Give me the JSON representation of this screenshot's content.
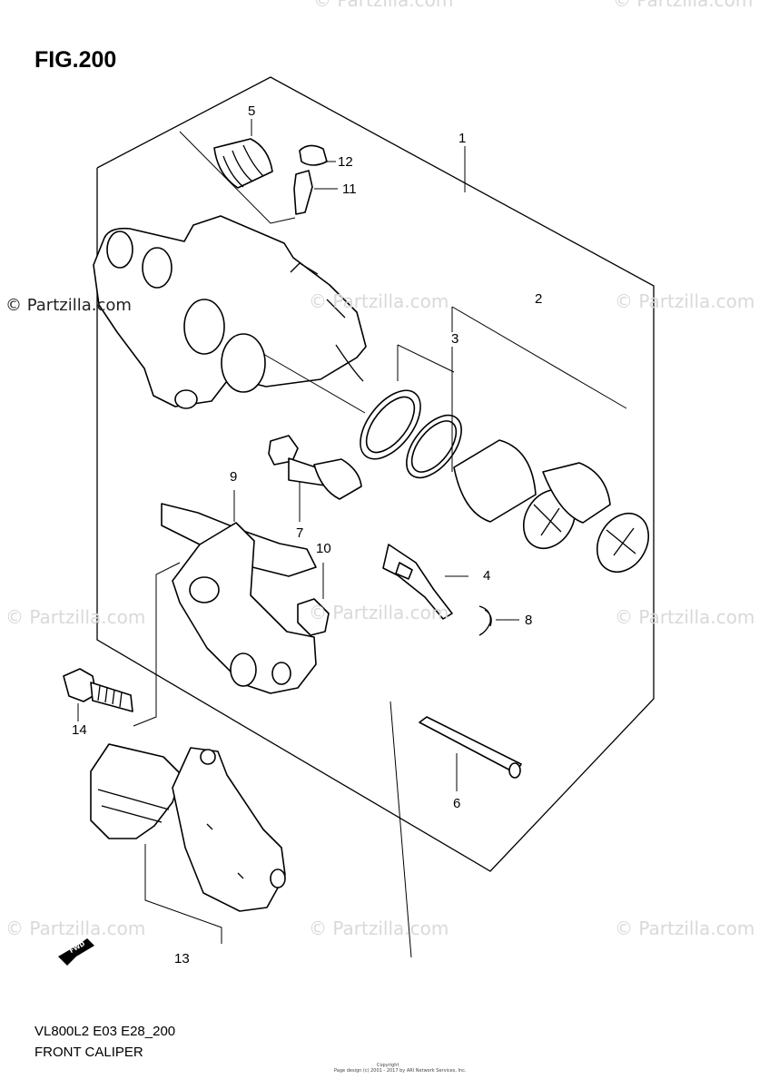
{
  "figure": {
    "title": "FIG.200",
    "model_code": "VL800L2 E03 E28_200",
    "section_name": "FRONT CALIPER",
    "copyright_line1": "Copyright",
    "copyright_line2": "Page design (c) 2001 - 2017 by ARI Network Services, Inc."
  },
  "watermark_text": "© Partzilla.com",
  "callouts": [
    "1",
    "2",
    "3",
    "4",
    "5",
    "6",
    "7",
    "8",
    "9",
    "10",
    "11",
    "12",
    "13",
    "14"
  ],
  "fwd_label": "FWD"
}
